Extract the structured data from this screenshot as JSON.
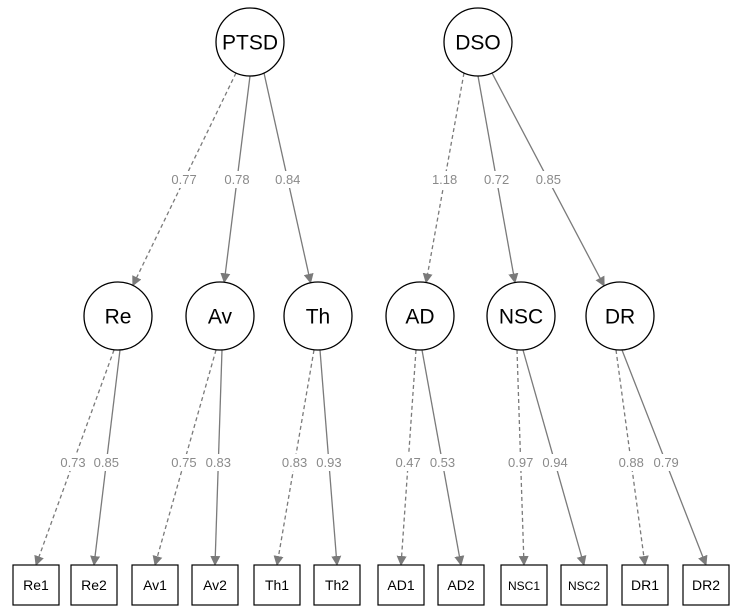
{
  "latent_top": [
    {
      "id": "PTSD",
      "label": "PTSD"
    },
    {
      "id": "DSO",
      "label": "DSO"
    }
  ],
  "latent_mid": [
    {
      "id": "Re",
      "label": "Re"
    },
    {
      "id": "Av",
      "label": "Av"
    },
    {
      "id": "Th",
      "label": "Th"
    },
    {
      "id": "AD",
      "label": "AD"
    },
    {
      "id": "NSC",
      "label": "NSC"
    },
    {
      "id": "DR",
      "label": "DR"
    }
  ],
  "observed": [
    {
      "id": "Re1",
      "label": "Re1"
    },
    {
      "id": "Re2",
      "label": "Re2"
    },
    {
      "id": "Av1",
      "label": "Av1"
    },
    {
      "id": "Av2",
      "label": "Av2"
    },
    {
      "id": "Th1",
      "label": "Th1"
    },
    {
      "id": "Th2",
      "label": "Th2"
    },
    {
      "id": "AD1",
      "label": "AD1"
    },
    {
      "id": "AD2",
      "label": "AD2"
    },
    {
      "id": "NSC1",
      "label": "NSC1"
    },
    {
      "id": "NSC2",
      "label": "NSC2"
    },
    {
      "id": "DR1",
      "label": "DR1"
    },
    {
      "id": "DR2",
      "label": "DR2"
    }
  ],
  "paths": [
    {
      "from": "PTSD",
      "to": "Re",
      "loading": "0.77",
      "style": "dashed"
    },
    {
      "from": "PTSD",
      "to": "Av",
      "loading": "0.78",
      "style": "solid"
    },
    {
      "from": "PTSD",
      "to": "Th",
      "loading": "0.84",
      "style": "solid"
    },
    {
      "from": "DSO",
      "to": "AD",
      "loading": "1.18",
      "style": "dashed"
    },
    {
      "from": "DSO",
      "to": "NSC",
      "loading": "0.72",
      "style": "solid"
    },
    {
      "from": "DSO",
      "to": "DR",
      "loading": "0.85",
      "style": "solid"
    },
    {
      "from": "Re",
      "to": "Re1",
      "loading": "0.73",
      "style": "dashed"
    },
    {
      "from": "Re",
      "to": "Re2",
      "loading": "0.85",
      "style": "solid"
    },
    {
      "from": "Av",
      "to": "Av1",
      "loading": "0.75",
      "style": "dashed"
    },
    {
      "from": "Av",
      "to": "Av2",
      "loading": "0.83",
      "style": "solid"
    },
    {
      "from": "Th",
      "to": "Th1",
      "loading": "0.83",
      "style": "dashed"
    },
    {
      "from": "Th",
      "to": "Th2",
      "loading": "0.93",
      "style": "solid"
    },
    {
      "from": "AD",
      "to": "AD1",
      "loading": "0.47",
      "style": "dashed"
    },
    {
      "from": "AD",
      "to": "AD2",
      "loading": "0.53",
      "style": "solid"
    },
    {
      "from": "NSC",
      "to": "NSC1",
      "loading": "0.97",
      "style": "dashed"
    },
    {
      "from": "NSC",
      "to": "NSC2",
      "loading": "0.94",
      "style": "solid"
    },
    {
      "from": "DR",
      "to": "DR1",
      "loading": "0.88",
      "style": "dashed"
    },
    {
      "from": "DR",
      "to": "DR2",
      "loading": "0.79",
      "style": "solid"
    }
  ]
}
